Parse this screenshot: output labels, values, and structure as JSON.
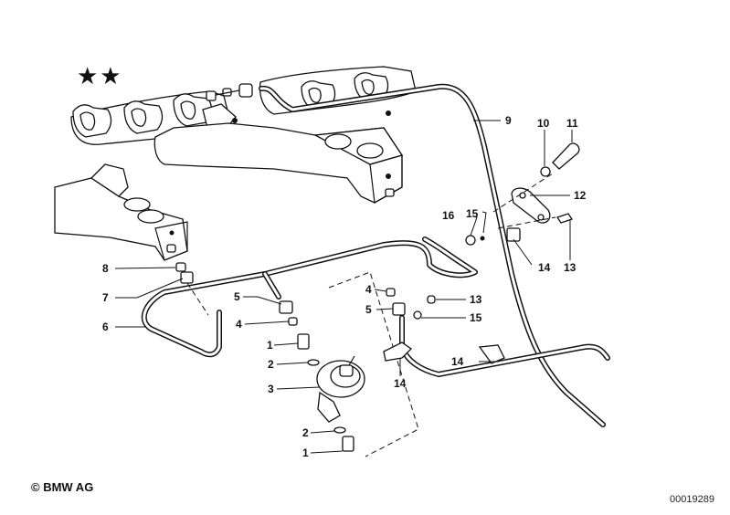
{
  "diagram": {
    "title_marker": "★★",
    "copyright": "© BMW AG",
    "document_number": "00019289",
    "callouts": [
      {
        "id": "c1a",
        "label": "1"
      },
      {
        "id": "c1b",
        "label": "1"
      },
      {
        "id": "c2a",
        "label": "2"
      },
      {
        "id": "c2b",
        "label": "2"
      },
      {
        "id": "c3",
        "label": "3"
      },
      {
        "id": "c4a",
        "label": "4"
      },
      {
        "id": "c4b",
        "label": "4"
      },
      {
        "id": "c5a",
        "label": "5"
      },
      {
        "id": "c5b",
        "label": "5"
      },
      {
        "id": "c6",
        "label": "6"
      },
      {
        "id": "c7",
        "label": "7"
      },
      {
        "id": "c8",
        "label": "8"
      },
      {
        "id": "c9",
        "label": "9"
      },
      {
        "id": "c10",
        "label": "10"
      },
      {
        "id": "c11",
        "label": "11"
      },
      {
        "id": "c12",
        "label": "12"
      },
      {
        "id": "c13a",
        "label": "13"
      },
      {
        "id": "c13b",
        "label": "13"
      },
      {
        "id": "c14a",
        "label": "14"
      },
      {
        "id": "c14b",
        "label": "14"
      },
      {
        "id": "c14c",
        "label": "14"
      },
      {
        "id": "c15a",
        "label": "15"
      },
      {
        "id": "c15b",
        "label": "15"
      },
      {
        "id": "c16",
        "label": "16"
      }
    ]
  }
}
